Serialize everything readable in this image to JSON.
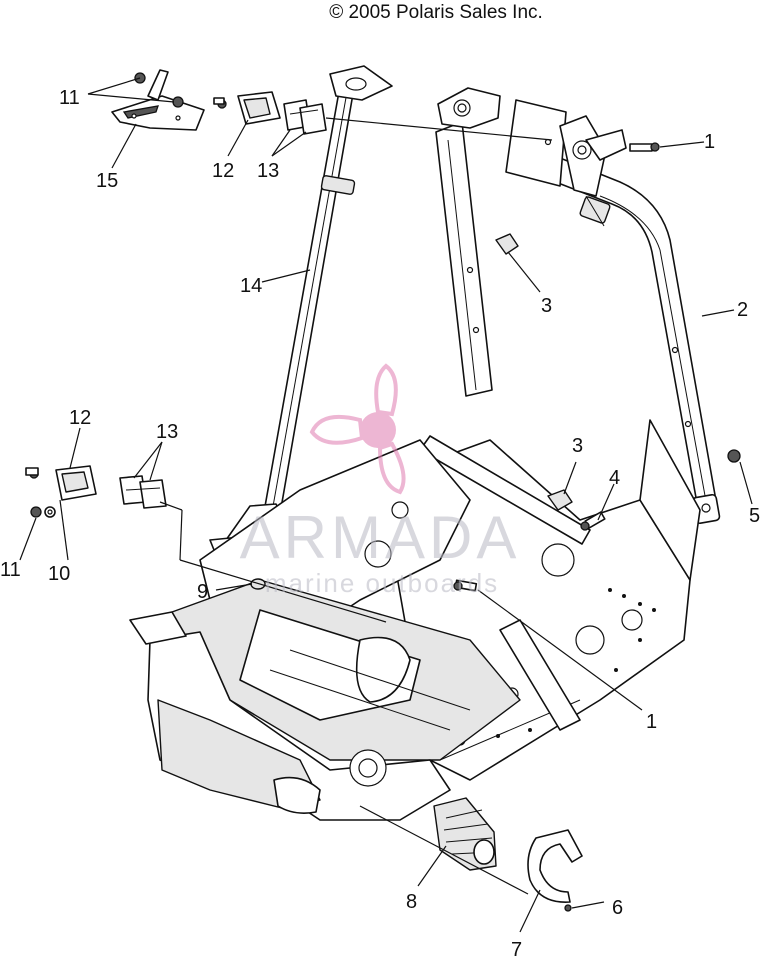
{
  "copyright": "© 2005 Polaris Sales Inc.",
  "watermark": {
    "brand": "ARMADA",
    "tagline": "marine outboards",
    "logo_icon": "propeller-logo-icon",
    "logo_color": "#e07bb0"
  },
  "callouts": {
    "c1_top": "1",
    "c1_bottom": "1",
    "c2": "2",
    "c3_top": "3",
    "c3_mid": "3",
    "c4": "4",
    "c5": "5",
    "c6": "6",
    "c7": "7",
    "c8": "8",
    "c9": "9",
    "c10": "10",
    "c11_top": "11",
    "c11_bottom": "11",
    "c12_top": "12",
    "c12_bottom": "12",
    "c13_top": "13",
    "c13_bottom": "13",
    "c14": "14",
    "c15": "15"
  }
}
